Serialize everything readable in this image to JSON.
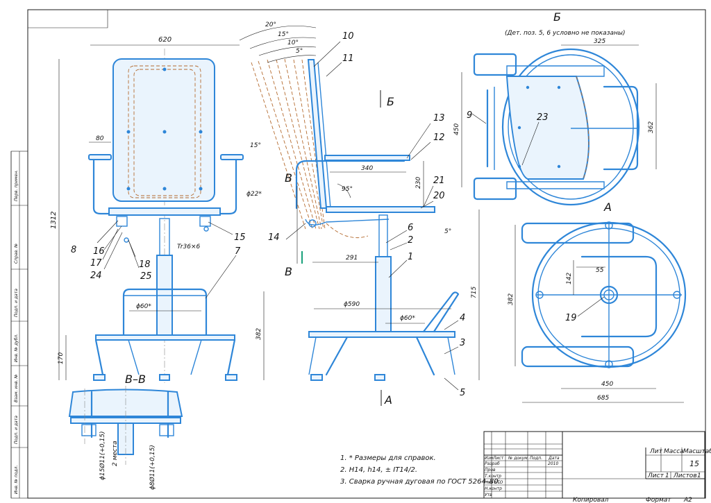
{
  "view_labels": {
    "b_label": "Б",
    "b_note": "(Дет. поз. 5, 6 условно не показаны)",
    "a_label": "А",
    "section_label": "В–В",
    "arrow_b": "Б",
    "arrow_v_top": "В",
    "arrow_v_bottom": "В",
    "arrow_a": "А"
  },
  "dimensions": {
    "d620": "620",
    "d80": "80",
    "d1312": "1312",
    "d15": "15°",
    "d22": "ϕ22*",
    "tr": "Tr36×6",
    "d60a": "ϕ60*",
    "d382a": "382",
    "d170": "170",
    "ang20": "20°",
    "ang15": "15°",
    "ang10": "10°",
    "ang5": "5°",
    "d340": "340",
    "d230": "230",
    "ang95": "95°",
    "d5": "5°",
    "d291": "291",
    "d590": "ϕ590",
    "d60b": "ϕ60*",
    "d715": "715",
    "d325": "325",
    "d450a": "450",
    "d362": "362",
    "d55": "55",
    "d142": "142",
    "d382b": "382",
    "d450b": "450",
    "d685": "685",
    "sec1": "ϕ15Ø11(+0,15)",
    "sec2": "2 места",
    "sec3": "ϕ8Ø11(+0,15)"
  },
  "positions": {
    "p1": "1",
    "p2": "2",
    "p3": "3",
    "p4": "4",
    "p5": "5",
    "p6": "6",
    "p7": "7",
    "p8": "8",
    "p9": "9",
    "p10": "10",
    "p11": "11",
    "p12": "12",
    "p13": "13",
    "p14": "14",
    "p15": "15",
    "p16": "16",
    "p17": "17",
    "p18": "18",
    "p19": "19",
    "p20": "20",
    "p21": "21",
    "p23": "23",
    "p24": "24",
    "p25": "25"
  },
  "notes": [
    "1. * Размеры для справок.",
    "2. H14, h14, ± IT14/2.",
    "3. Сварка ручная дуговая по ГОСТ 5264–80."
  ],
  "title_block": {
    "h_izm": "Изм",
    "h_list": "Лист",
    "h_doc": "№ докум.",
    "h_podp": "Подп.",
    "h_date": "Дата",
    "razrab": "Разраб",
    "prov": "Пров",
    "tkontr": "Т.контр",
    "nkontr_kto": "Нач КТО",
    "nkontr": "Н.контр",
    "utv": "Утв",
    "date_val": "2010",
    "lit": "Лит",
    "massa": "Масса",
    "masshtab": "Масштаб",
    "scale_val": "15",
    "list": "Лист",
    "list_val": "1",
    "listov": "Листов",
    "listov_val": "1",
    "kopiroval": "Копировал",
    "format": "Формат",
    "format_val": "A2"
  },
  "side_strip": [
    "Перв. примен.",
    "Справ. №",
    "Подп. и дата",
    "Инв. № дубл.",
    "Взам. инв. №",
    "Подп. и дата",
    "Инв. № подл."
  ]
}
